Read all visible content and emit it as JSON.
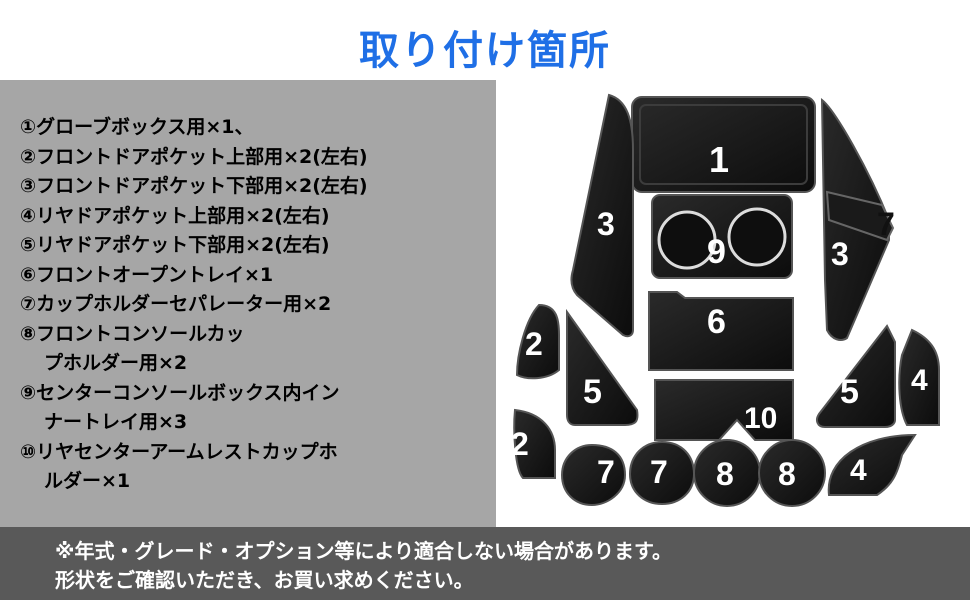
{
  "title": "取り付け箇所",
  "items": [
    {
      "label": "①グローブボックス用×1、"
    },
    {
      "label": "②フロントドアポケット上部用×2(左右)"
    },
    {
      "label": "③フロントドアポケット下部用×2(左右)"
    },
    {
      "label": "④リヤドアポケット上部用×2(左右)"
    },
    {
      "label": "⑤リヤドアポケット下部用×2(左右)"
    },
    {
      "label": "⑥フロントオープントレイ×1"
    },
    {
      "label": "⑦カップホルダーセパレーター用×2"
    },
    {
      "label": "⑧フロントコンソールカッ",
      "cont": "プホルダー用×2"
    },
    {
      "label": "⑨センターコンソールボックス内イン",
      "cont": "ナートレイ用×3"
    },
    {
      "label": "⑩リヤセンターアームレストカップホ",
      "cont": "ルダー×1"
    }
  ],
  "note": {
    "line1": "※年式・グレード・オプション等により適合しない場合があります。",
    "line2": "形状をご確認いただき、お買い求めください。"
  },
  "photo_labels": {
    "p1": "1",
    "p3a": "3",
    "p3b": "3",
    "p7a": "7",
    "p9": "9",
    "p6": "6",
    "p2a": "2",
    "p2b": "2",
    "p5a": "5",
    "p5b": "5",
    "p4a": "4",
    "p4b": "4",
    "p10": "10",
    "p7b": "7",
    "p7c": "7",
    "p8a": "8",
    "p8b": "8"
  },
  "colors": {
    "title": "#1f6fe6",
    "panel": "#a6a6a6",
    "footer": "#595959"
  }
}
